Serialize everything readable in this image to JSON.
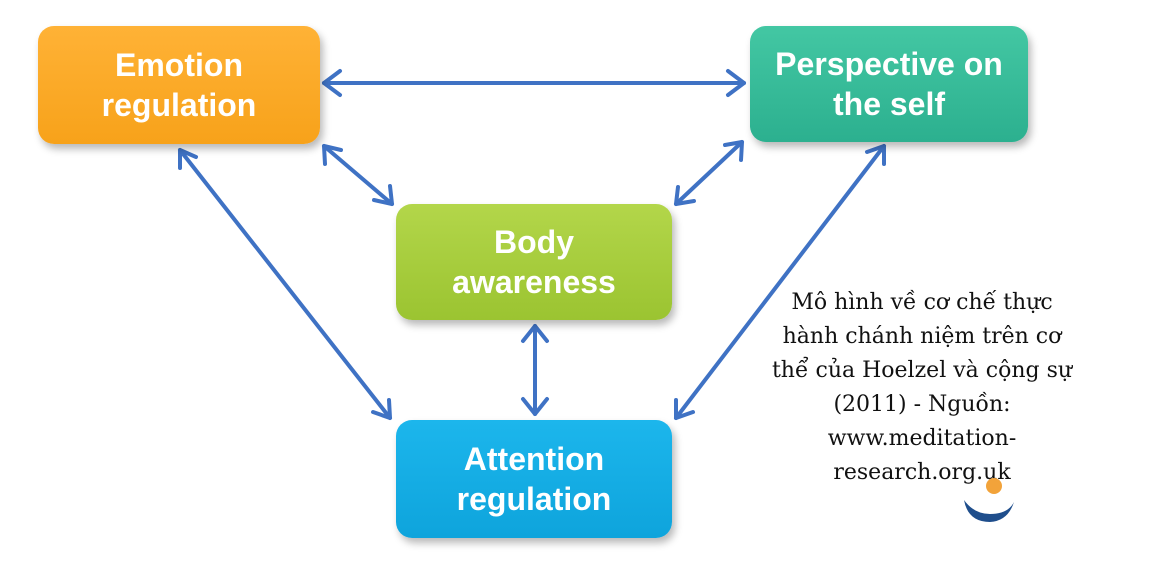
{
  "nodes": {
    "emotion": "Emotion\nregulation",
    "perspective": "Perspective on\nthe self",
    "body": "Body\nawareness",
    "attention": "Attention\nregulation"
  },
  "caption": "Mô hình về cơ chế thực hành chánh niệm trên cơ thể của Hoelzel và cộng sự (2011) - Nguồn: www.meditation-research.org.uk",
  "colors": {
    "emotion": "#f7a21a",
    "perspective": "#2cb08f",
    "body": "#9bc431",
    "attention": "#0ea4dc",
    "arrow": "#3f72c4",
    "logo_dot": "#f2a33a",
    "logo_arc": "#1f4e8c"
  },
  "connections": [
    {
      "from": "emotion",
      "to": "perspective",
      "bidirectional": true
    },
    {
      "from": "emotion",
      "to": "body",
      "bidirectional": true
    },
    {
      "from": "perspective",
      "to": "body",
      "bidirectional": true
    },
    {
      "from": "body",
      "to": "attention",
      "bidirectional": true
    },
    {
      "from": "emotion",
      "to": "attention",
      "bidirectional": true
    },
    {
      "from": "perspective",
      "to": "attention",
      "bidirectional": true
    }
  ],
  "logo_icon": "meditation-research-logo-icon"
}
